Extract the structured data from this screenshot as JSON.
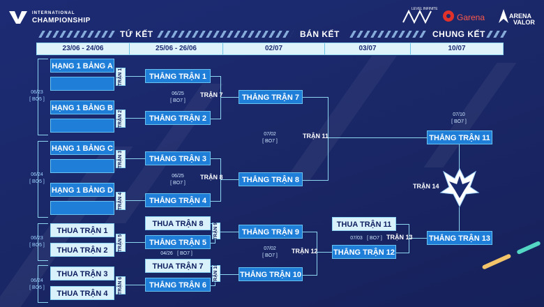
{
  "brand": {
    "small": "INTERNATIONAL",
    "big": "CHAMPIONSHIP",
    "sponsor1": "LEVEL INFINITE",
    "sponsor2": "Garena",
    "sponsor3a": "ARENA",
    "sponsor3b": "VALOR"
  },
  "stages": {
    "qf": "TỨ KẾT",
    "sf": "BÁN KẾT",
    "f": "CHUNG KẾT"
  },
  "dates": [
    "23/06 - 24/06",
    "25/06 - 26/06",
    "02/07",
    "03/07",
    "10/07"
  ],
  "round1": {
    "a1": "HẠNG 1 BẢNG A",
    "a2": "",
    "b1": "HẠNG 1 BẢNG B",
    "b2": "",
    "c1": "HẠNG 1 BẢNG C",
    "c2": "",
    "d1": "HẠNG 1 BẢNG D",
    "d2": "",
    "l1": "THUA TRẬN 1",
    "l2": "THUA TRẬN 2",
    "l3": "THUA TRẬN 3",
    "l4": "THUA TRẬN 4",
    "m1": "TRẬN 1",
    "m2": "TRẬN 2",
    "m3": "TRẬN 3",
    "m4": "TRẬN 4",
    "m5": "TRẬN 5",
    "m6": "TRẬN 6"
  },
  "round2": {
    "w1": "THẮNG TRẬN 1",
    "w2": "THẮNG TRẬN 2",
    "w3": "THẮNG TRẬN 3",
    "w4": "THẮNG TRẬN 4",
    "l8": "THUA TRẬN 8",
    "w5": "THẮNG TRẬN 5",
    "l7": "THUA TRẬN 7",
    "w6": "THẮNG TRẬN 6",
    "m7": "TRẬN 7",
    "m8": "TRẬN 8",
    "m9": "TRẬN 9",
    "m10": "TRẬN 10"
  },
  "round3": {
    "w7": "THẮNG TRẬN 7",
    "w8": "THẮNG TRẬN 8",
    "w9": "THẮNG TRẬN 9",
    "w10": "THẮNG TRẬN 10",
    "m11": "TRẬN 11",
    "m12": "TRẬN 12"
  },
  "round4": {
    "l11": "THUA TRẬN 11",
    "w12": "THẮNG TRẬN 12",
    "m13": "TRẬN 13"
  },
  "final": {
    "w11": "THẮNG TRẬN 11",
    "w13": "THẮNG TRẬN 13",
    "m14": "TRẬN 14"
  },
  "side_dates": {
    "s1": "06/23",
    "s1b": "[ BO5 ]",
    "s2": "06/24",
    "s2b": "[ BO5 ]",
    "s3": "06/23",
    "s3b": "[ BO5 ]",
    "s4": "06/24",
    "s4b": "[ BO5 ]"
  },
  "match_dates": {
    "d7": "06/25",
    "d7b": "[ BO7 ]",
    "d8": "06/25",
    "d8b": "[ BO7 ]",
    "d9": "04/26",
    "d9b": "[ BO7 ]",
    "d11": "07/02",
    "d11b": "[ BO7 ]",
    "d12": "07/02",
    "d12b": "[ BO7 ]",
    "d13": "07/03",
    "d13b": "[ BO7 ]",
    "d14": "07/10",
    "d14b": "[ BO7 ]"
  },
  "colors": {
    "accent_blue": "#1f7ed8",
    "light_box": "#cfeefa",
    "bg": "#1b2a6e",
    "line": "#8fd6f0"
  }
}
